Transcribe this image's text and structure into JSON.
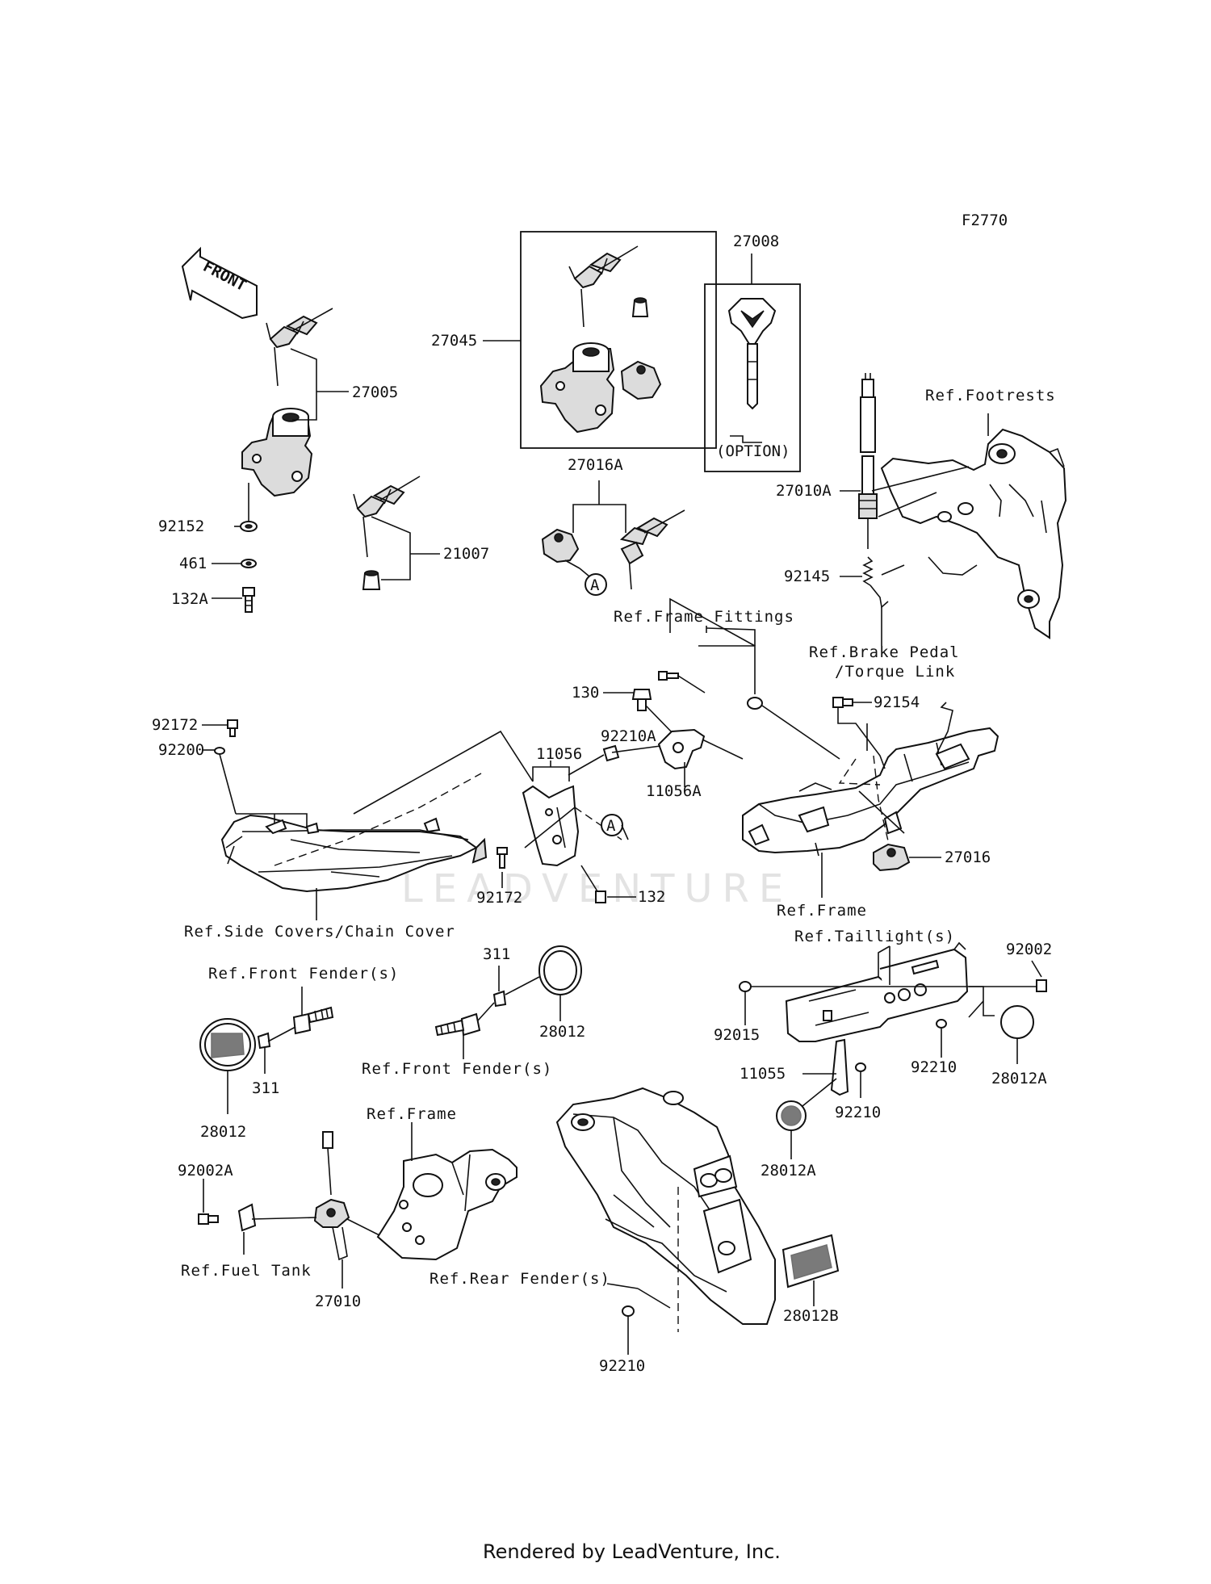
{
  "diagram_code": "F2770",
  "footer_text": "Rendered by LeadVenture, Inc.",
  "watermark_text": "LEADVENTURE",
  "front_label": "FRONT",
  "callout_a": "A",
  "option_label": "(OPTION)",
  "part_labels": [
    {
      "id": "p27008",
      "text": "27008"
    },
    {
      "id": "p27045",
      "text": "27045"
    },
    {
      "id": "p27005",
      "text": "27005"
    },
    {
      "id": "p92152",
      "text": "92152"
    },
    {
      "id": "p461",
      "text": "461"
    },
    {
      "id": "p132A",
      "text": "132A"
    },
    {
      "id": "p21007",
      "text": "21007"
    },
    {
      "id": "p27016A",
      "text": "27016A"
    },
    {
      "id": "p27010A",
      "text": "27010A"
    },
    {
      "id": "p92145",
      "text": "92145"
    },
    {
      "id": "p130",
      "text": "130"
    },
    {
      "id": "p92154",
      "text": "92154"
    },
    {
      "id": "p92172a",
      "text": "92172"
    },
    {
      "id": "p92200",
      "text": "92200"
    },
    {
      "id": "p92210A",
      "text": "92210A"
    },
    {
      "id": "p11056",
      "text": "11056"
    },
    {
      "id": "p11056A",
      "text": "11056A"
    },
    {
      "id": "p27016",
      "text": "27016"
    },
    {
      "id": "p92172b",
      "text": "92172"
    },
    {
      "id": "p132",
      "text": "132"
    },
    {
      "id": "p311a",
      "text": "311"
    },
    {
      "id": "p28012a",
      "text": "28012"
    },
    {
      "id": "p311b",
      "text": "311"
    },
    {
      "id": "p28012b",
      "text": "28012"
    },
    {
      "id": "p92002",
      "text": "92002"
    },
    {
      "id": "p92015",
      "text": "92015"
    },
    {
      "id": "p92210a",
      "text": "92210"
    },
    {
      "id": "p28012Aa",
      "text": "28012A"
    },
    {
      "id": "p11055",
      "text": "11055"
    },
    {
      "id": "p92210b",
      "text": "92210"
    },
    {
      "id": "p28012Ab",
      "text": "28012A"
    },
    {
      "id": "p92002A",
      "text": "92002A"
    },
    {
      "id": "p27010",
      "text": "27010"
    },
    {
      "id": "p28012B",
      "text": "28012B"
    },
    {
      "id": "p92210c",
      "text": "92210"
    }
  ],
  "ref_labels": [
    {
      "id": "r_footrests",
      "text": "Ref.Footrests"
    },
    {
      "id": "r_frame_fittings",
      "text": "Ref.Frame Fittings"
    },
    {
      "id": "r_brake_pedal_1",
      "text": "Ref.Brake Pedal"
    },
    {
      "id": "r_brake_pedal_2",
      "text": "/Torque Link"
    },
    {
      "id": "r_side_covers",
      "text": "Ref.Side Covers/Chain Cover"
    },
    {
      "id": "r_frame_a",
      "text": "Ref.Frame"
    },
    {
      "id": "r_taillights",
      "text": "Ref.Taillight(s)"
    },
    {
      "id": "r_front_fender_a",
      "text": "Ref.Front Fender(s)"
    },
    {
      "id": "r_front_fender_b",
      "text": "Ref.Front Fender(s)"
    },
    {
      "id": "r_frame_b",
      "text": "Ref.Frame"
    },
    {
      "id": "r_fuel_tank",
      "text": "Ref.Fuel Tank"
    },
    {
      "id": "r_rear_fender",
      "text": "Ref.Rear Fender(s)"
    }
  ]
}
